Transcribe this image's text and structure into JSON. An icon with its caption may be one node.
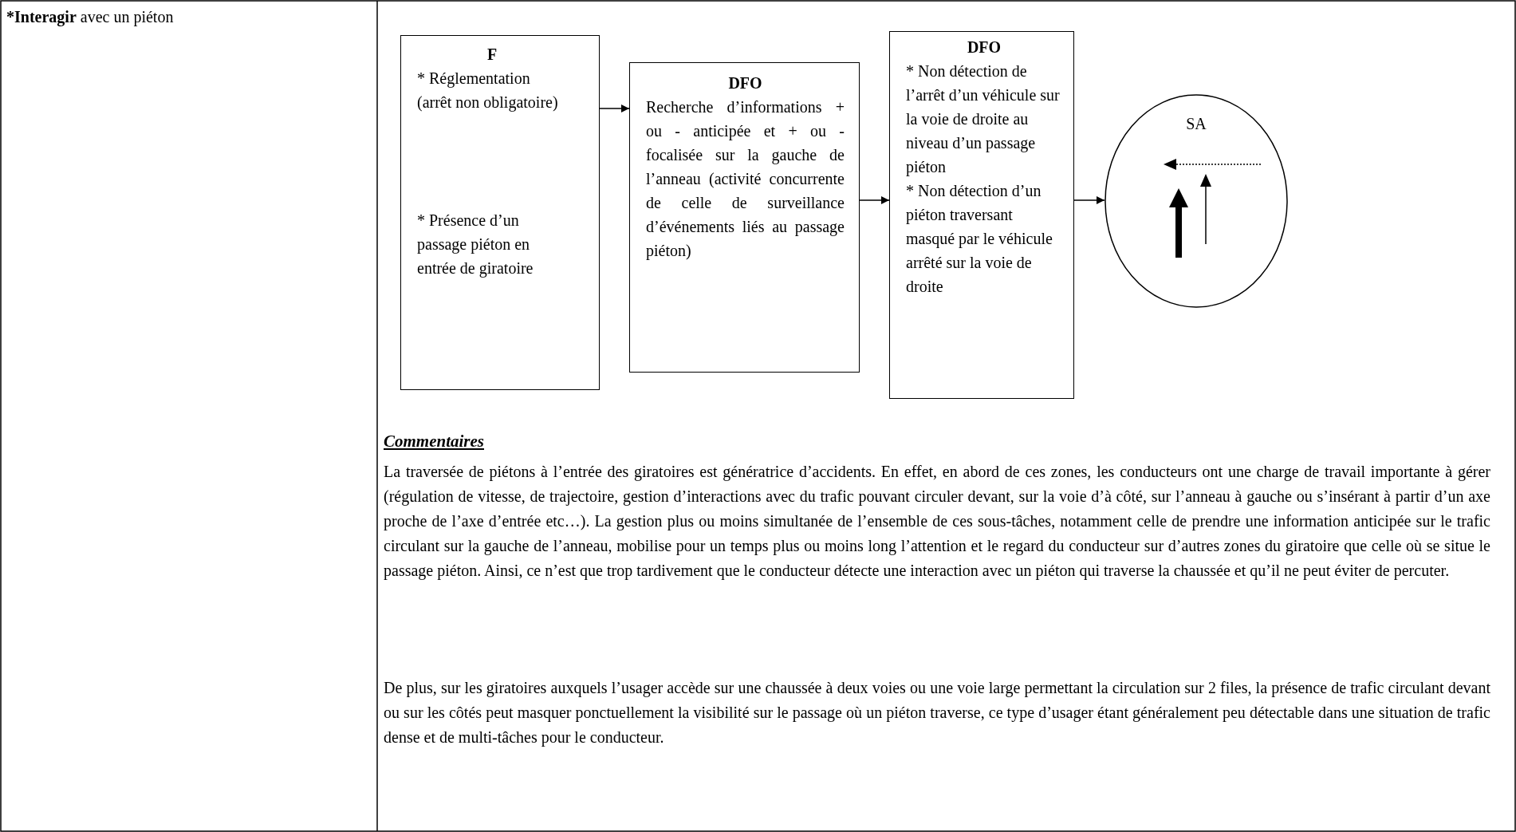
{
  "diagram": {
    "nodes": [
      {
        "text": [
          "F",
          "* Réglementation (arrêt non obligatoire)",
          "* Présence d’un passage piéton en entrée de giratoire"
        ]
      },
      {
        "text": [
          "DFO",
          "Recherche d’informations + ou - anticipée et + ou - focalisée sur la gauche de l’anneau (activité concurrente de celle de surveillance d’événements liés au passage piéton)"
        ]
      },
      {
        "text": [
          "DFO",
          "* Non détection de l’arrêt d’un véhicule sur la voie de droite au niveau d’un passage piéton",
          "* Non détection d’un piéton traversant masqué par le véhicule arrêté sur la voie de droite"
        ]
      },
      {
        "text": [
          "SA"
        ]
      }
    ],
    "edges": [
      {
        "from": 0,
        "to": 1,
        "arrow": "to"
      },
      {
        "from": 1,
        "to": 2,
        "arrow": "to"
      },
      {
        "from": 2,
        "to": 3,
        "arrow": "to"
      }
    ],
    "labels": [
      "***Interagir** avec un piéton",
      "Commentaires",
      "La traversée de piétons à l’entrée des giratoires est génératrice d’accidents. En effet, en abord de ces zones, les conducteurs ont une charge de travail importante à gérer (régulation de vitesse, de trajectoire, gestion d’interactions avec du trafic pouvant circuler devant, sur la voie d’à côté, sur l’anneau à gauche ou s’insérant à partir d’un axe proche de l’axe d’entrée etc…). La gestion plus ou moins simultanée de l’ensemble de ces sous-tâches, notamment celle de prendre une information anticipée sur le trafic circulant sur la gauche de l’anneau, mobilise pour un temps plus ou moins long l’attention et le regard du conducteur sur d’autres zones du giratoire que celle où se situe le passage piéton. Ainsi, ce n’est que trop tardivement que le conducteur détecte une interaction avec un piéton qui traverse la chaussée et qu’il ne peut éviter de percuter.",
      "De plus, sur les giratoires auxquels l’usager accède sur une chaussée à deux voies ou une voie large permettant la circulation sur 2 files, la présence de trafic circulant devant ou sur les côtés peut masquer ponctuellement la visibilité sur le passage où un piéton traverse, ce type d’usager étant généralement peu détectable dans une situation de trafic dense et de multi-tâches pour le conducteur."
    ]
  }
}
